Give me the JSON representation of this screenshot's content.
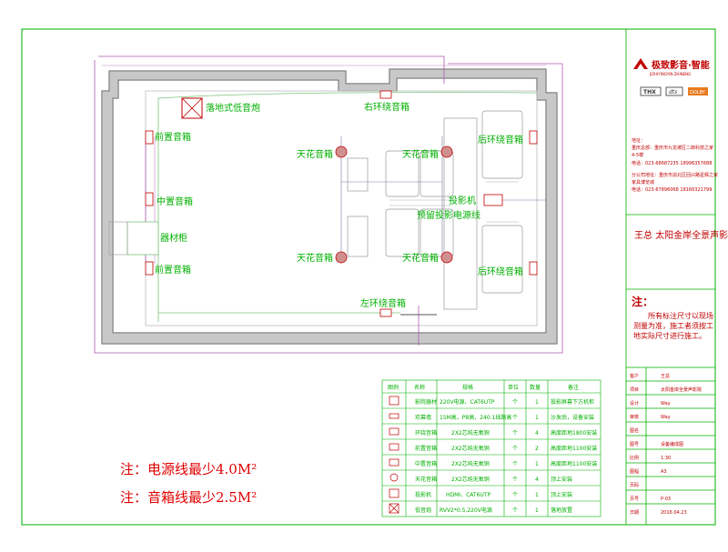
{
  "labels": {
    "subwoofer": "落地式低音炮",
    "right_surround": "右环绕音箱",
    "left_surround": "左环绕音箱",
    "front_top": "前置音箱",
    "front_bottom": "前置音箱",
    "center": "中置音箱",
    "rack": "器材柜",
    "ceiling_1": "天花音箱",
    "ceiling_2": "天花音箱",
    "ceiling_3": "天花音箱",
    "ceiling_4": "天花音箱",
    "rear_top": "后环绕音箱",
    "rear_bottom": "后环绕音箱",
    "projector": "投影机",
    "projector_power": "预留投影电源线"
  },
  "notes": {
    "power": "注：电源线最少4.0M²",
    "speaker": "注：音箱线最少2.5M²"
  },
  "legend": {
    "headers": [
      "图例",
      "名称",
      "规格",
      "单位",
      "数量",
      "备注"
    ],
    "rows": [
      [
        "",
        "影院器材",
        "220V电源、CAT6UTP",
        "个",
        "1",
        "投影屏幕下方机柜"
      ],
      [
        "",
        "欢幕墙",
        "15M高，P8高，240.1线路高",
        "个",
        "1",
        "沙发后，设备安装"
      ],
      [
        "",
        "环绕音箱",
        "2X2芯纯无氧铜",
        "个",
        "4",
        "高度距地1800安装"
      ],
      [
        "",
        "前置音箱",
        "2X2芯纯无氧铜",
        "个",
        "2",
        "高度距地1100安装"
      ],
      [
        "",
        "中置音箱",
        "2X2芯纯无氧铜",
        "个",
        "1",
        "高度距地1100安装"
      ],
      [
        "",
        "天花音箱",
        "2X2芯纯无氧铜",
        "个",
        "4",
        "顶上安装"
      ],
      [
        "",
        "投影机",
        "HDMI、CAT6UTP",
        "个",
        "1",
        "顶上安装"
      ],
      [
        "",
        "低音炮",
        "RVV2*0.5,220V电源",
        "个",
        "1",
        "落地放置"
      ]
    ]
  },
  "title_block": {
    "brand": "极致影音·智能",
    "brand_sub": "JIZHIYINGYIN·ZHINENG",
    "logos": [
      "THX",
      "dts",
      "DOLBY"
    ],
    "address_lines": [
      "地址：",
      "重庆总部：重庆市九龙坡区二郎科技之家",
      "4-5楼",
      "电话：023-68687235    18996357688",
      "分公司地址：重庆市渝北区回兴路星辉之家",
      "家具博览城",
      "电话：023-67896068    18166321799"
    ],
    "project_name": "王总   太阳金岸全景声影院",
    "note_title": "注：",
    "note_text": "所有标注尺寸以现场测量为准，施工者须按工地实际尺寸进行施工。",
    "rows": [
      {
        "key": "客户",
        "value": "王总"
      },
      {
        "key": "项目",
        "value": "太阳金岸全景声影院"
      },
      {
        "key": "设计",
        "value": "Way"
      },
      {
        "key": "审核",
        "value": "Way"
      },
      {
        "key": "图名",
        "value": ""
      },
      {
        "key": "图号",
        "value": "设备编成图"
      },
      {
        "key": "比例",
        "value": "1:30"
      },
      {
        "key": "图幅",
        "value": "A3"
      },
      {
        "key": "页码",
        "value": ""
      },
      {
        "key": "页号",
        "value": "P-03"
      },
      {
        "key": "日期",
        "value": "2016.04.23"
      }
    ]
  }
}
